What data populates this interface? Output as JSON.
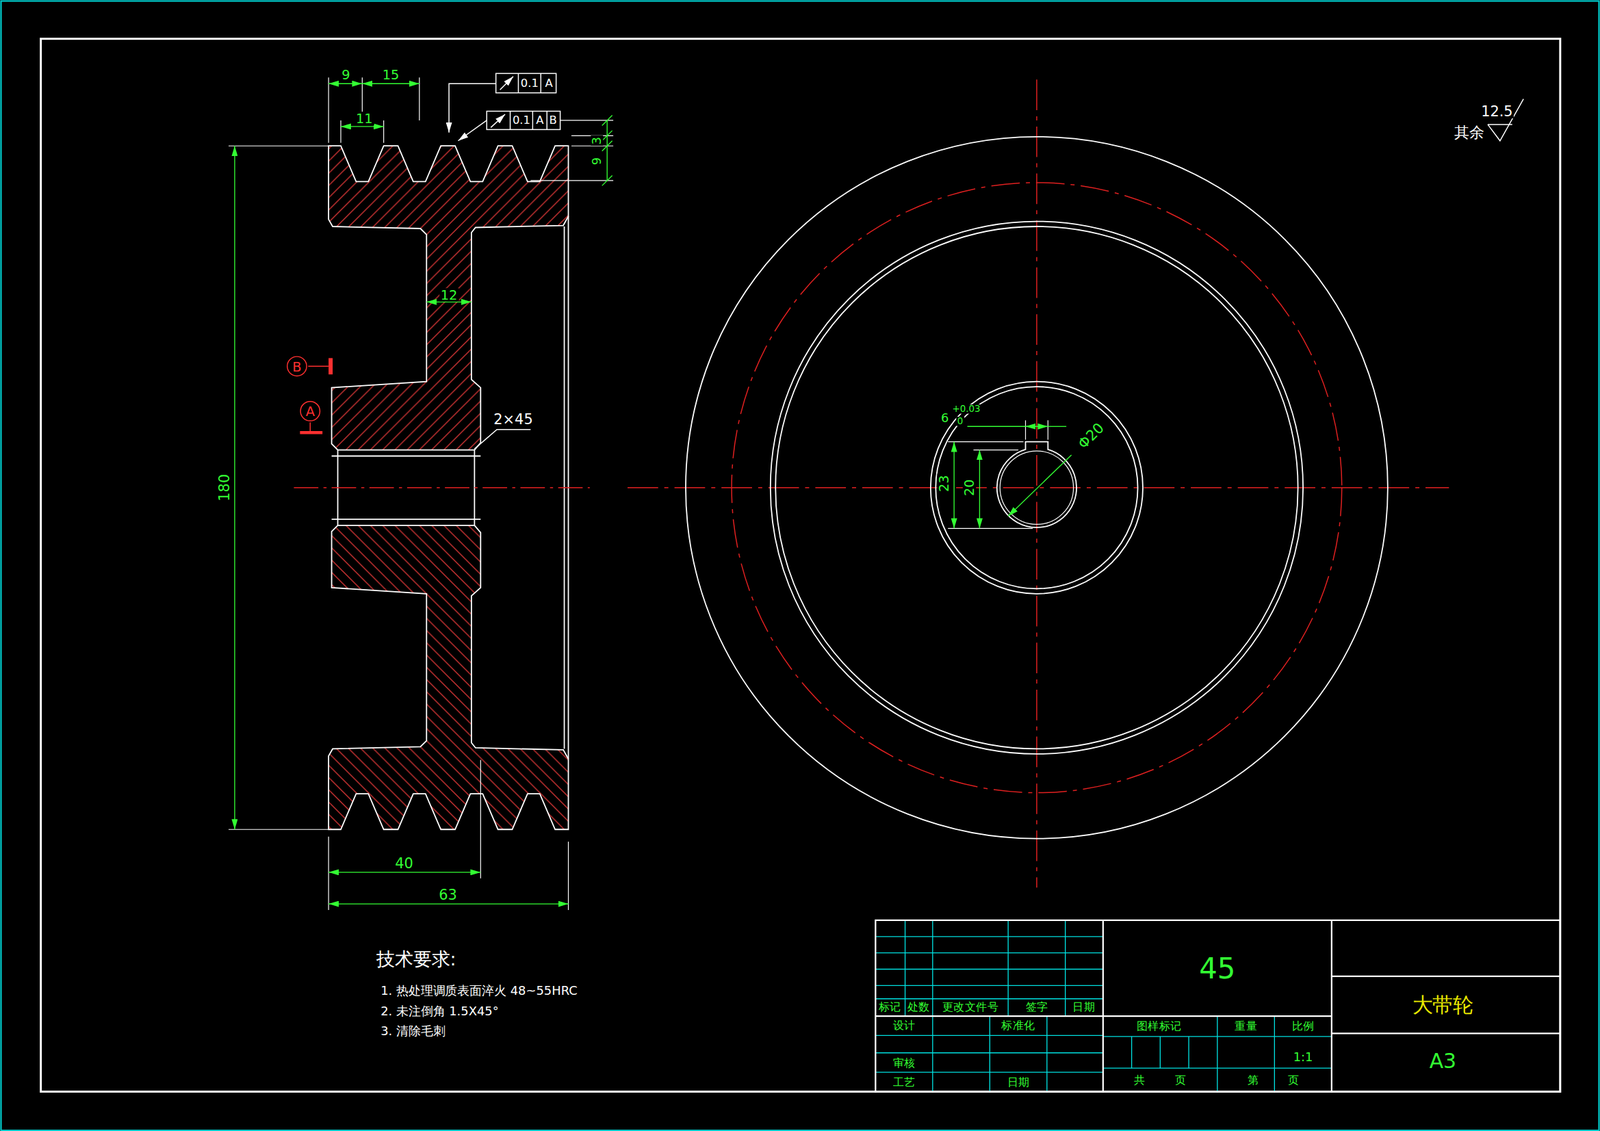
{
  "diagram": {
    "nodes": [
      {
        "text": [
          "B"
        ]
      },
      {
        "text": [
          "A"
        ]
      }
    ],
    "labels": [
      "9",
      "15",
      "11",
      "0.1",
      "A",
      "0.1",
      "A",
      "B",
      "9",
      "3",
      "12",
      "2×45",
      "180",
      "40",
      "63",
      "技术要求:",
      "1. 热处理调质表面淬火 48~55HRC",
      "2. 未注倒角 1.5X45°",
      "3. 清除毛刺",
      "6",
      "+0.03",
      "0",
      "23",
      "20",
      "Φ20",
      "12.5",
      "其余",
      "45",
      "大带轮",
      "A3",
      "标记",
      "处数",
      "更改文件号",
      "签字",
      "日期",
      "设计",
      "标准化",
      "图样标记",
      "重量",
      "比例",
      "1:1",
      "审核",
      "工艺",
      "日期",
      "共",
      "页",
      "第",
      "页"
    ]
  }
}
